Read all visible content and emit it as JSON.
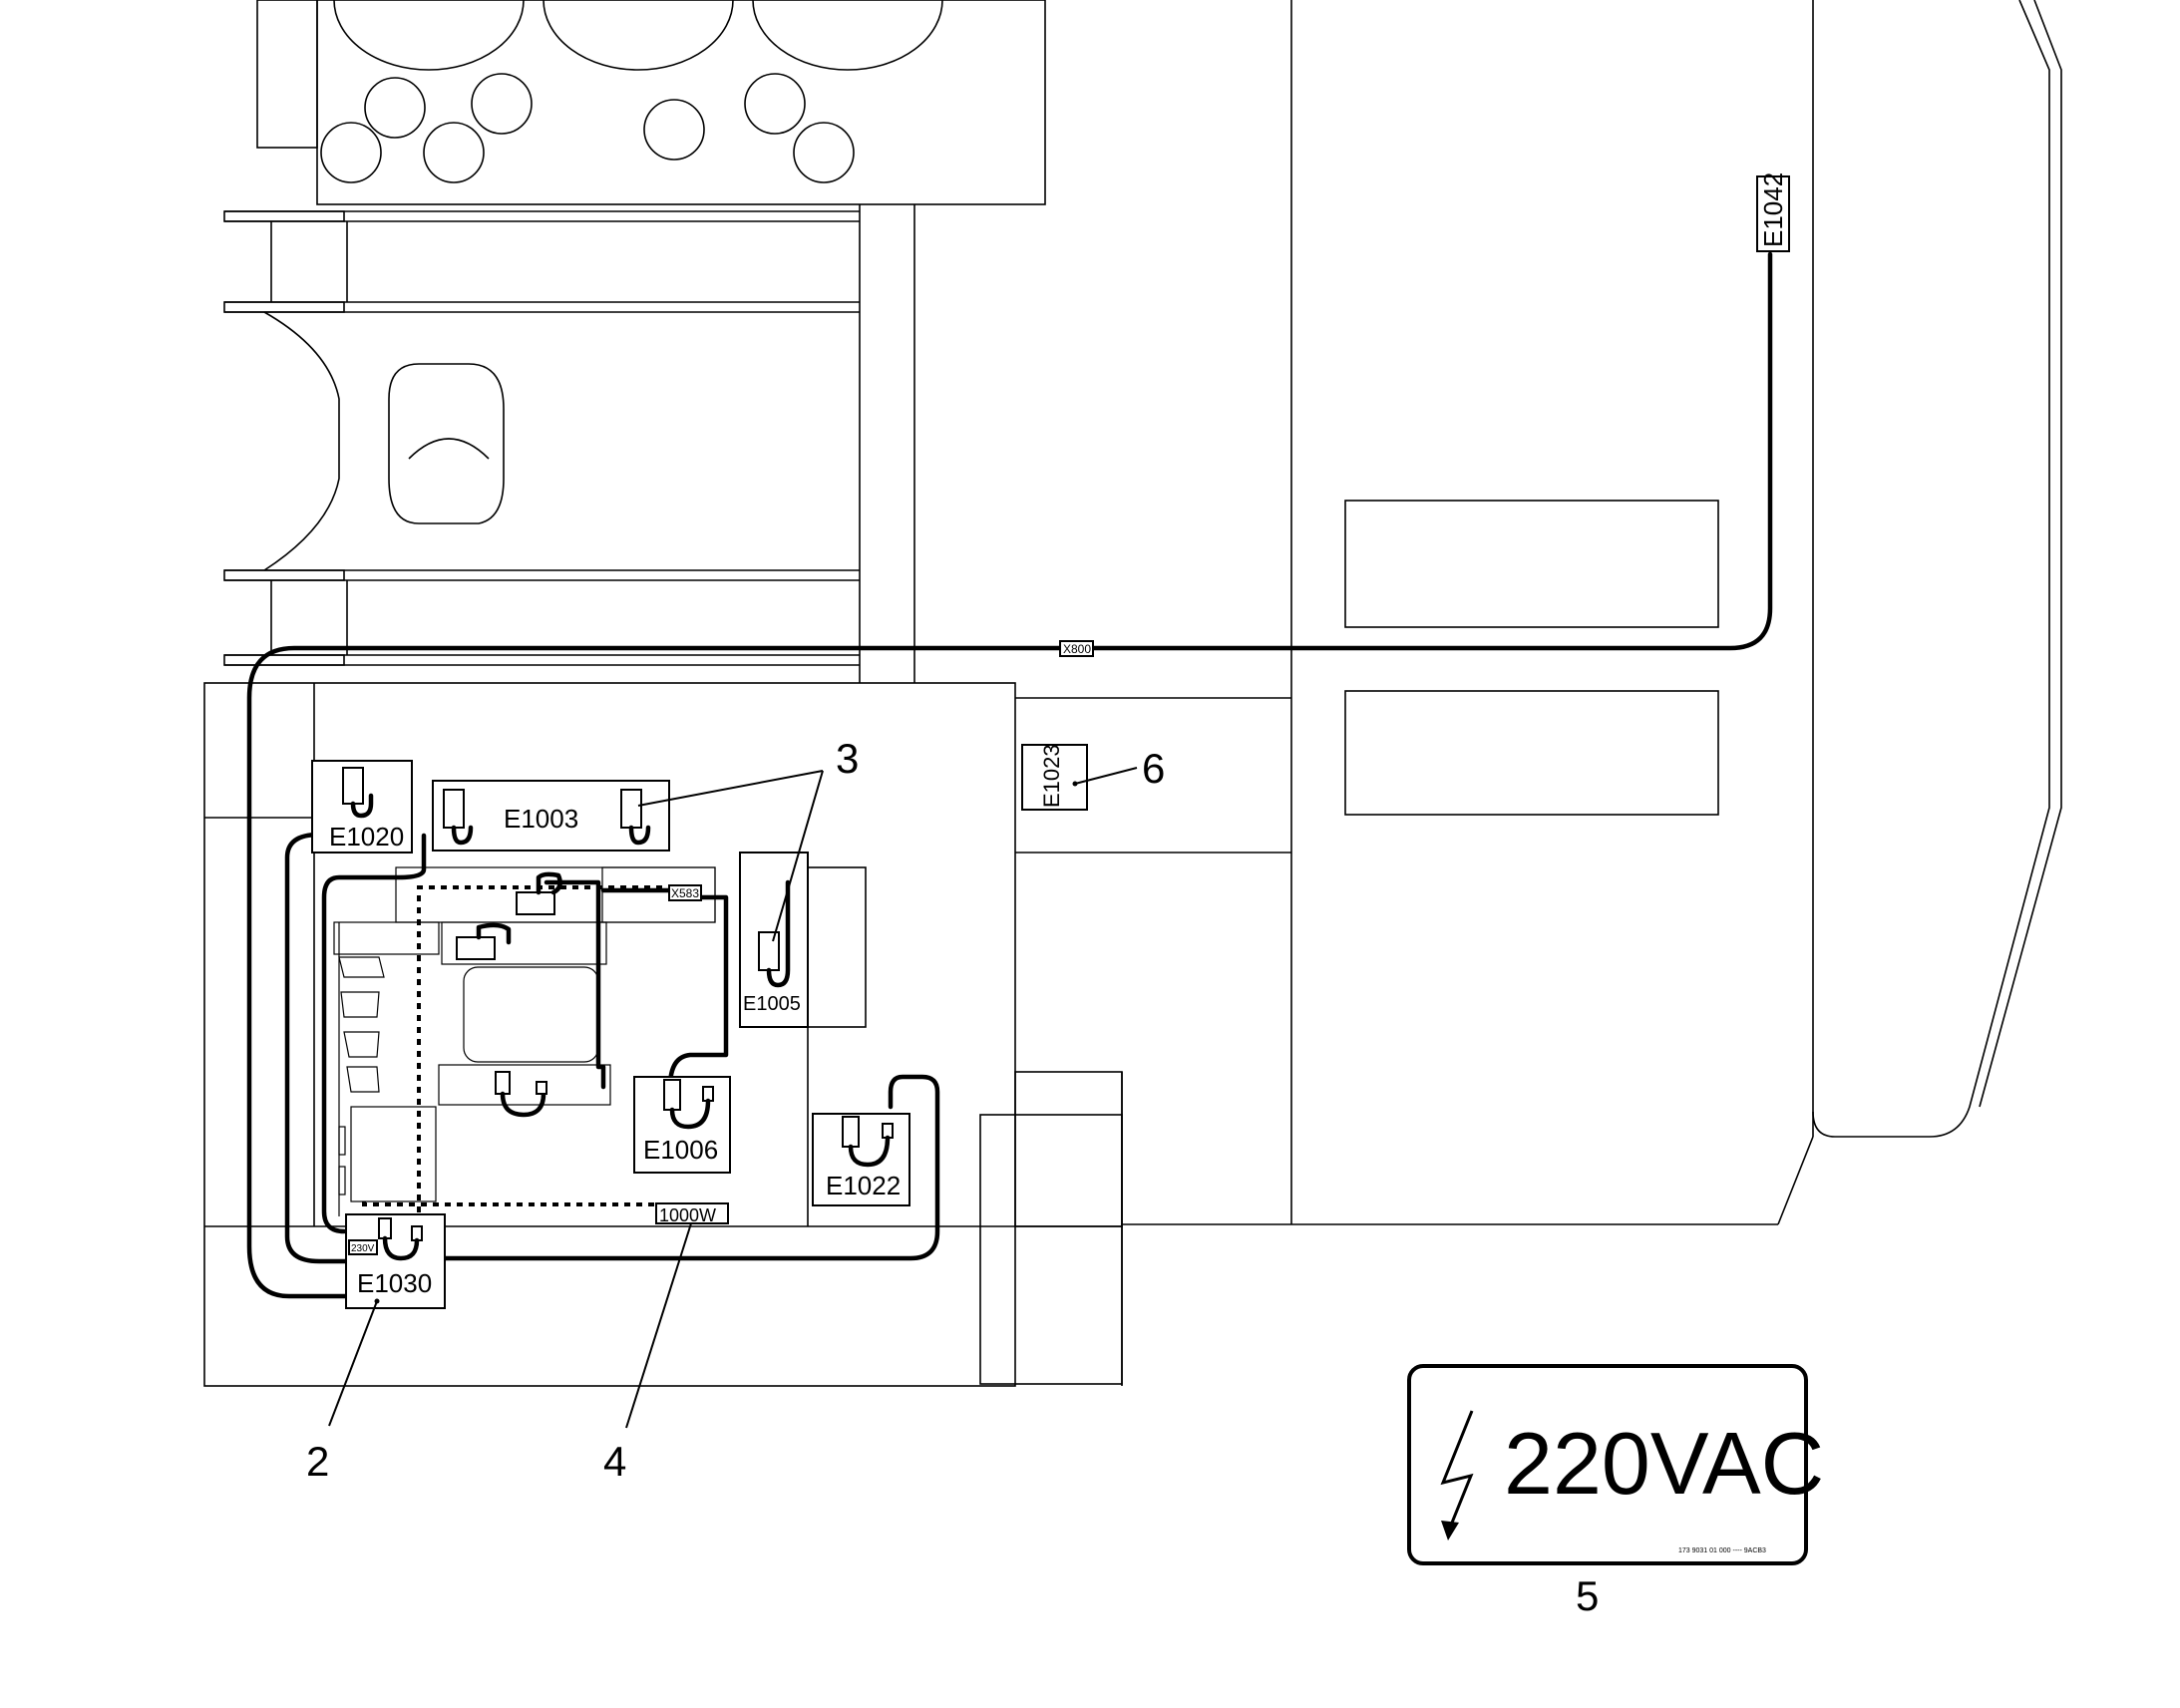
{
  "components": {
    "e1042": "E1042",
    "e1020": "E1020",
    "e1003": "E1003",
    "e1005": "E1005",
    "e1006": "E1006",
    "e1022": "E1022",
    "e1023": "E1023",
    "e1030": "E1030"
  },
  "connectors": {
    "x800": "X800",
    "x583": "X583",
    "v230": "230V",
    "heater_1000w": "1000W"
  },
  "callouts": {
    "c2": "2",
    "c3": "3",
    "c4": "4",
    "c5": "5",
    "c6": "6"
  },
  "label_plate": {
    "voltage_text": "220VAC",
    "icon": "lightning-bolt-icon",
    "fine_print": "173 9031 01 000 ---- 9ACB3"
  }
}
